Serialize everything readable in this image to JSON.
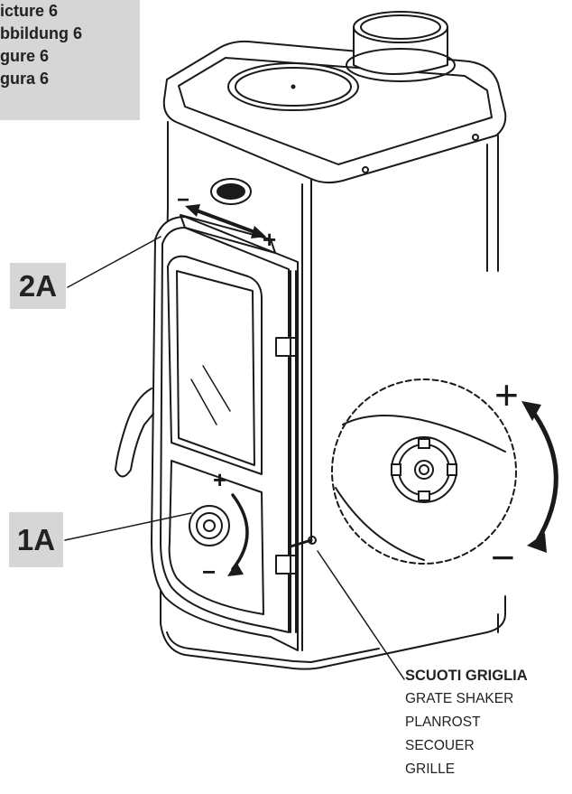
{
  "caption": {
    "lines": [
      "icture 6",
      "bbildung 6",
      "gure 6",
      "gura 6"
    ]
  },
  "labels": {
    "tag_2a": "2A",
    "tag_1a": "1A",
    "sym_plus": "+",
    "sym_minus": "−"
  },
  "legend": {
    "title": "SCUOTI GRIGLIA",
    "items": [
      "GRATE SHAKER",
      "PLANROST",
      "SECOUER",
      "GRILLE"
    ]
  },
  "colors": {
    "line": "#1a1a1a",
    "tag_bg": "#d6d6d6"
  }
}
